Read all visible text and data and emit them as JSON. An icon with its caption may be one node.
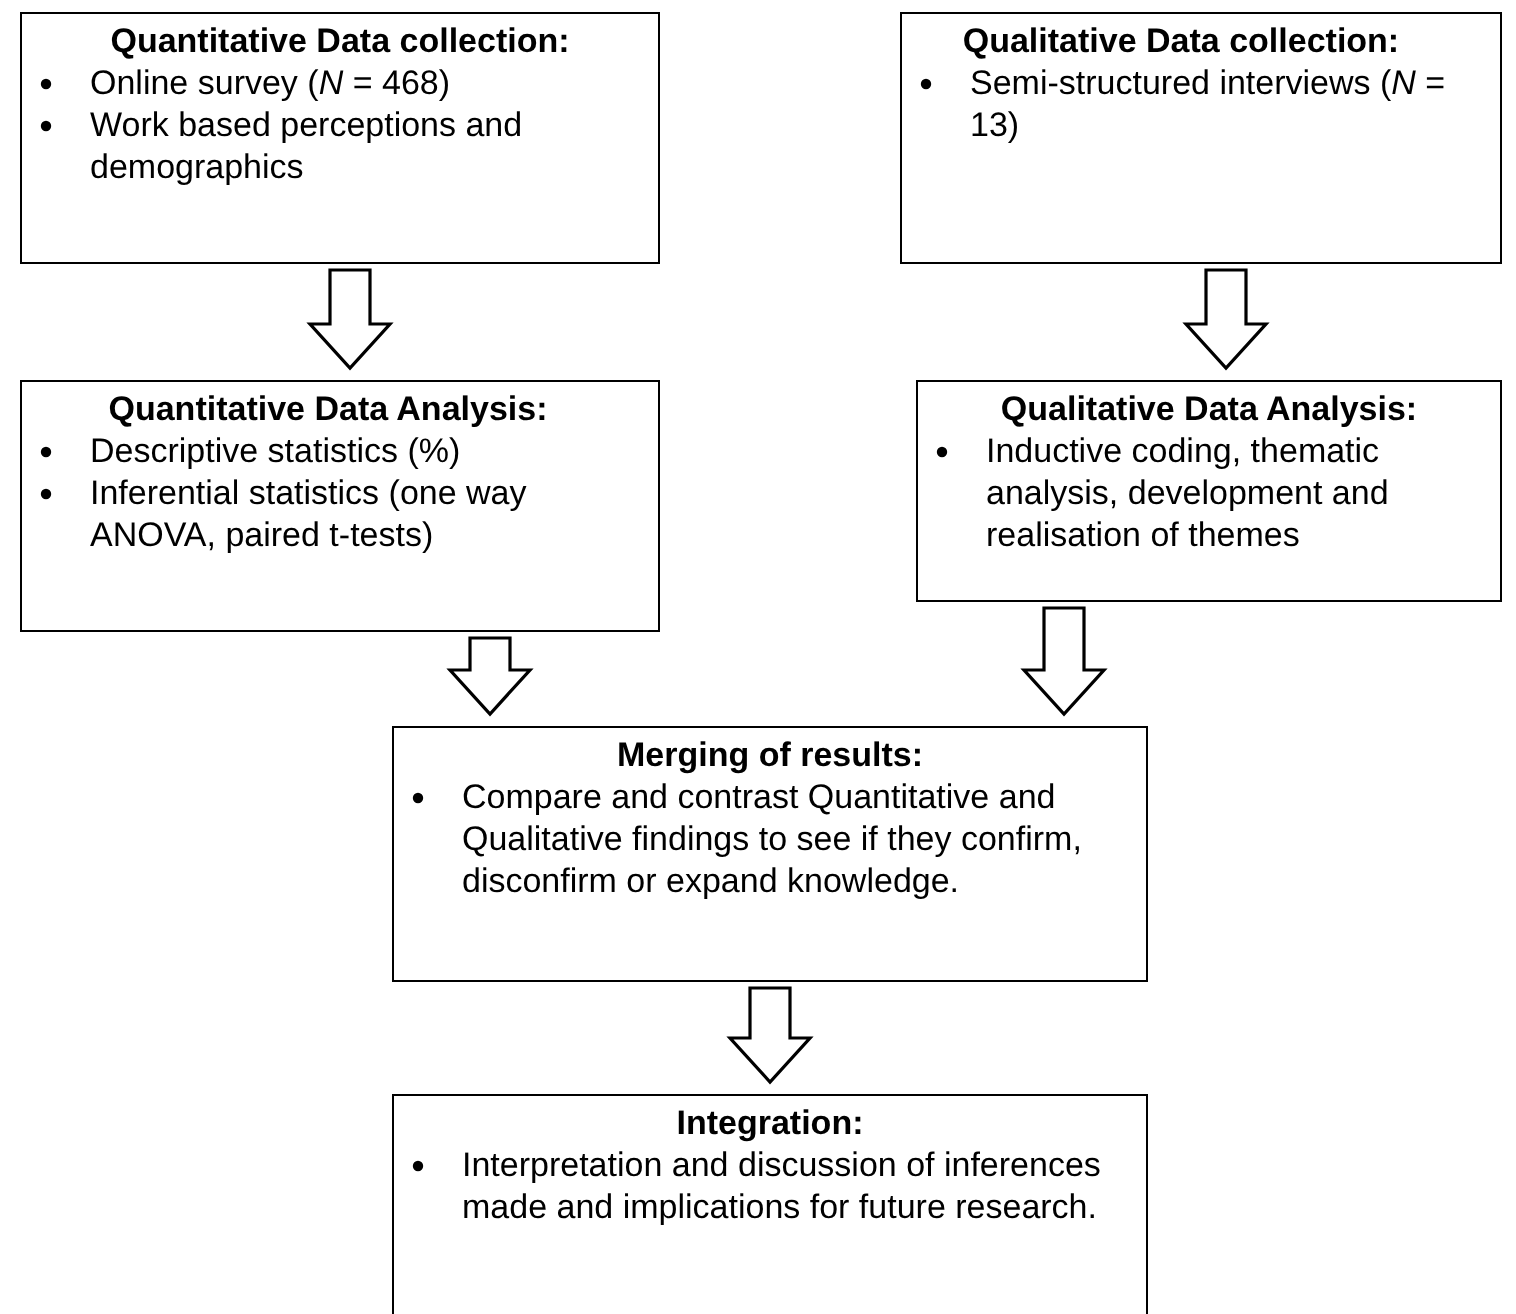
{
  "diagram": {
    "nodes": [
      {
        "text": [
          "Quantitative Data collection:",
          "Online survey (*N* = 468)",
          "Work based perceptions and demographics"
        ]
      },
      {
        "text": [
          "Qualitative Data collection:",
          "Semi-structured interviews (*N* = 13)"
        ]
      },
      {
        "text": [
          "Quantitative Data Analysis:",
          "Descriptive statistics (%)",
          "Inferential statistics (one way ANOVA, paired t-tests)"
        ]
      },
      {
        "text": [
          "Qualitative Data Analysis:",
          "Inductive coding, thematic analysis, development and realisation of themes"
        ]
      },
      {
        "text": [
          "Merging of results:",
          "Compare and contrast Quantitative and Qualitative findings to see if they confirm, disconfirm or expand knowledge."
        ]
      },
      {
        "text": [
          "Integration:",
          "Interpretation and discussion of inferences made and implications for future research."
        ]
      }
    ],
    "edges": [
      {
        "from": 0,
        "to": 2,
        "arrow": "to"
      },
      {
        "from": 1,
        "to": 3,
        "arrow": "to"
      },
      {
        "from": 2,
        "to": 4,
        "arrow": "to"
      },
      {
        "from": 3,
        "to": 4,
        "arrow": "to"
      },
      {
        "from": 4,
        "to": 5,
        "arrow": "to"
      }
    ]
  }
}
